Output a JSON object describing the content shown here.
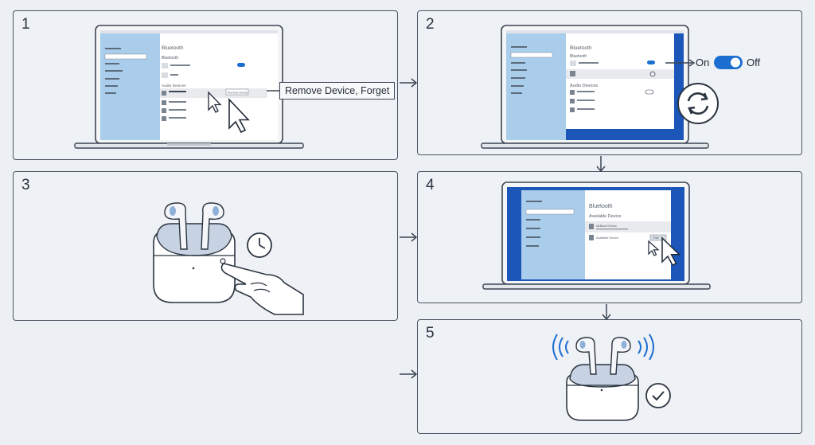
{
  "steps": [
    {
      "number": "1",
      "callout": "Remove Device, Forget"
    },
    {
      "number": "2",
      "toggle_on": "On",
      "toggle_off": "Off"
    },
    {
      "number": "3"
    },
    {
      "number": "4"
    },
    {
      "number": "5"
    }
  ],
  "screen1": {
    "title": "Bluetooth",
    "section": "Bluetooth",
    "audio_header": "Audio Devices",
    "button": "Remove Device"
  },
  "screen2": {
    "title": "Bluetooth",
    "section": "Bluetooth",
    "audio_header": "Audio Devices",
    "on": "On",
    "off": "Off"
  },
  "screen4": {
    "title": "Bluetooth",
    "section": "Available Device",
    "device1": "AirBuds Device",
    "device2": "Available Device",
    "button": "Pair"
  },
  "colors": {
    "accent": "#1a6fd1",
    "panel_border": "#4a5563",
    "sidebar": "#a9cdea",
    "desktop": "#1b56b8"
  }
}
